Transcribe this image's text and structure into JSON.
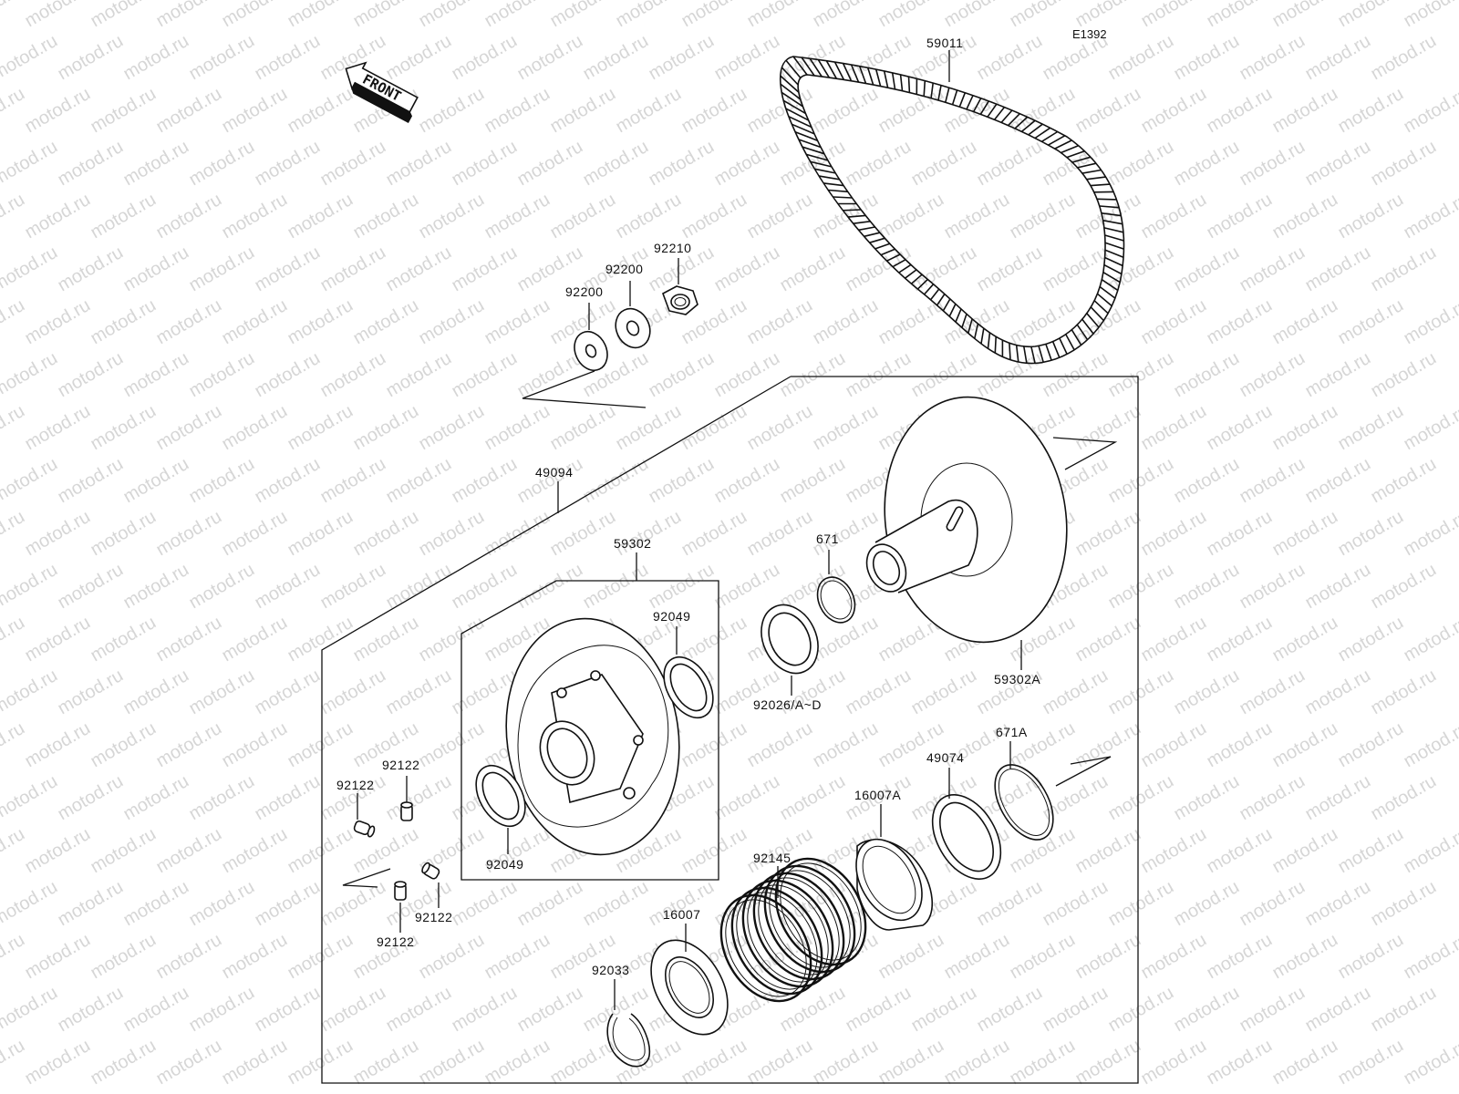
{
  "diagram": {
    "code": "E1392",
    "front_label": "FRONT",
    "watermark": "motod.ru",
    "parts": {
      "belt": "59011",
      "nut": "92210",
      "washer_upper": "92200",
      "washer_lower": "92200",
      "assembly": "49094",
      "sheave_movable": "59302",
      "sheave_fixed": "59302A",
      "ring_671": "671",
      "shim": "92026/A~D",
      "bushing_upper": "92049",
      "bushing_lower": "92049",
      "slider_1": "92122",
      "slider_2": "92122",
      "slider_3": "92122",
      "slider_4": "92122",
      "ring_671A": "671A",
      "washer_49074": "49074",
      "cam_16007A": "16007A",
      "spring": "92145",
      "cam_16007": "16007",
      "circlip": "92033"
    }
  }
}
